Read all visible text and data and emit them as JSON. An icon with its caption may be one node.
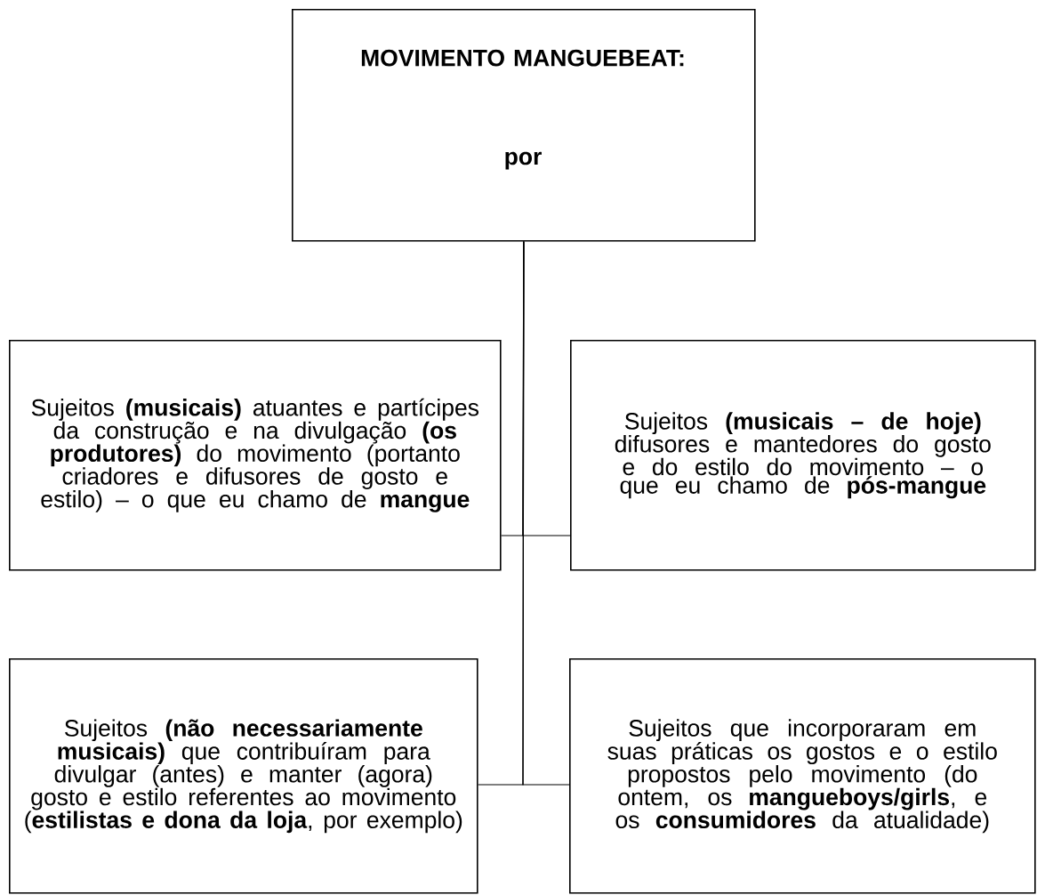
{
  "diagram": {
    "nodes": [
      {
        "text": [
          "MOVIMENTO MANGUEBEAT:",
          "por"
        ]
      },
      {
        "text": [
          "Sujeitos **(musicais)** atuantes e partícipes da construção e na divulgação **(os produtores)** do movimento (portanto criadores e difusores de gosto e estilo) – o que eu chamo de **mangue**"
        ]
      },
      {
        "text": [
          "Sujeitos **(musicais – de hoje)** difusores e mantedores do gosto e do estilo do movimento – o que eu chamo de **pós-mangue**"
        ]
      },
      {
        "text": [
          "Sujeitos **(não necessariamente musicais)** que contribuíram para divulgar (antes) e manter (agora) gosto e estilo referentes ao movimento (**estilistas e dona da loja**, por exemplo)"
        ]
      },
      {
        "text": [
          "Sujeitos que incorporaram em suas práticas os gostos e o estilo propostos pelo movimento (do ontem, os **mangueboys/girls**, e os **consumidores** da atualidade)"
        ]
      }
    ],
    "edges": [
      {
        "from": 0,
        "to": 1,
        "arrow": "none"
      },
      {
        "from": 0,
        "to": 2,
        "arrow": "none"
      },
      {
        "from": 0,
        "to": 3,
        "arrow": "none"
      },
      {
        "from": 0,
        "to": 4,
        "arrow": "none"
      }
    ]
  }
}
